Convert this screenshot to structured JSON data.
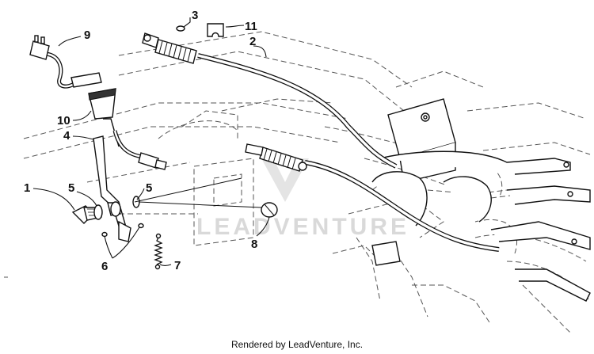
{
  "diagram": {
    "callouts": [
      "1",
      "2",
      "3",
      "4",
      "5",
      "5",
      "6",
      "7",
      "8",
      "9",
      "10",
      "11"
    ],
    "watermark": "LEADVENTURE",
    "footer": "Rendered by LeadVenture, Inc."
  },
  "colors": {
    "line": "#111111",
    "ghost_frame": "#555555",
    "watermark": "#d9d9d9"
  }
}
